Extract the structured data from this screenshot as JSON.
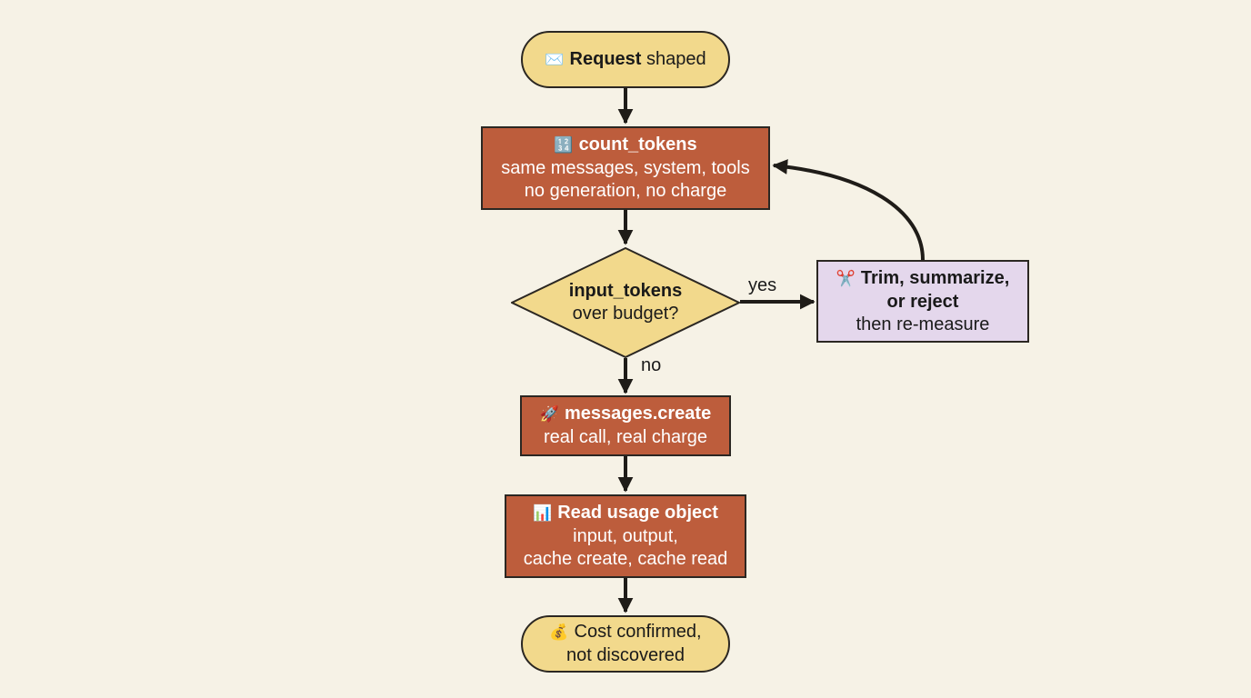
{
  "nodes": {
    "start": {
      "icon": "✉️",
      "icon_name": "envelope-icon",
      "title_bold": "Request",
      "title_rest": " shaped"
    },
    "count_tokens": {
      "icon": "🔢",
      "icon_name": "numbers-icon",
      "title": "count_tokens",
      "line1": "same messages, system, tools",
      "line2": "no generation, no charge"
    },
    "decision": {
      "line1": "input_tokens",
      "line2": "over budget?"
    },
    "trim": {
      "icon": "✂️",
      "icon_name": "scissors-icon",
      "line1": "Trim, summarize,",
      "line2": "or reject",
      "line3": "then re-measure"
    },
    "create": {
      "icon": "🚀",
      "icon_name": "rocket-icon",
      "title": "messages.create",
      "line1": "real call, real charge"
    },
    "usage": {
      "icon": "📊",
      "icon_name": "bar-chart-icon",
      "title": "Read usage object",
      "line1": "input, output,",
      "line2": "cache create, cache read"
    },
    "end": {
      "icon": "💰",
      "icon_name": "money-bag-icon",
      "line1": "Cost confirmed,",
      "line2": "not discovered"
    }
  },
  "edges": {
    "yes_label": "yes",
    "no_label": "no"
  },
  "colors": {
    "background": "#f6f2e6",
    "terminal_fill": "#f2d98c",
    "process_fill": "#bd5d3c",
    "decision_fill": "#f2d98c",
    "side_fill": "#e4d7ec",
    "stroke": "#2b2722"
  }
}
